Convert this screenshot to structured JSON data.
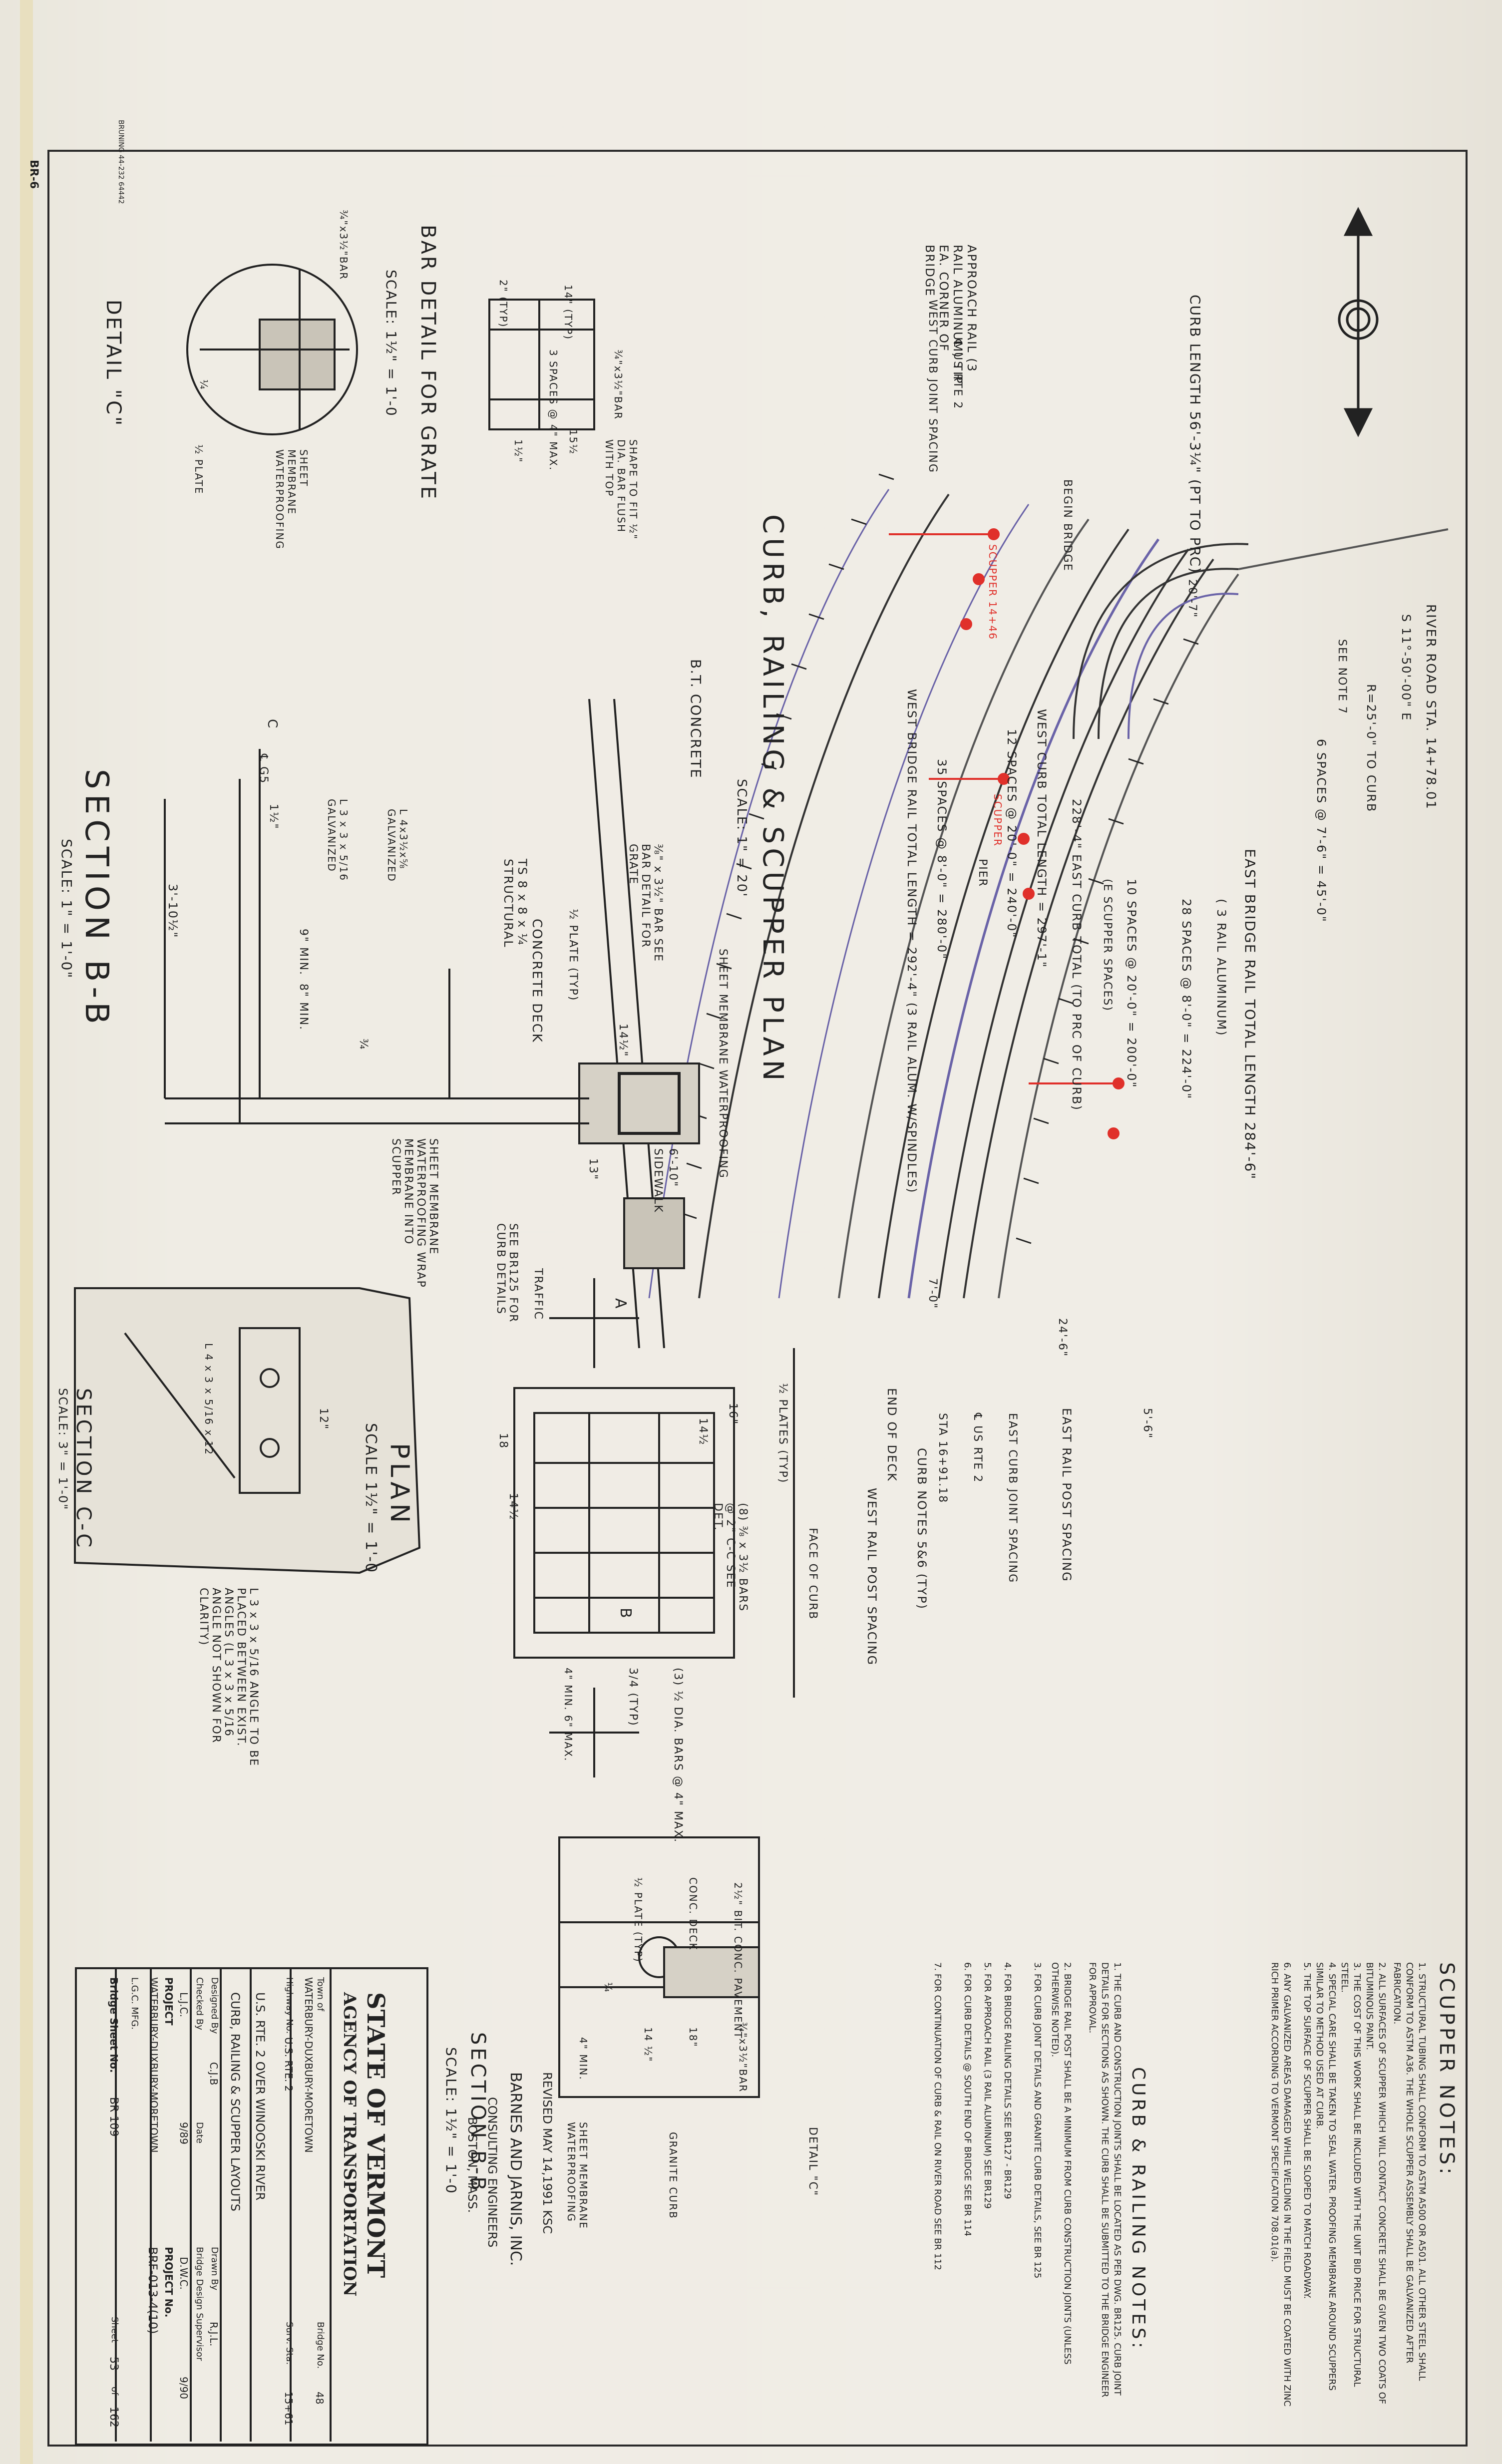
{
  "header": {
    "bruning": "BRUNING 44-232 64442",
    "sheet_tag": "BR-6"
  },
  "plan": {
    "title": "CURB, RAILING & SCUPPER PLAN",
    "scale": "SCALE: 1\" = 20'",
    "labels": {
      "curb_length": "CURB LENGTH 56'-3¼\" (PT TO PRC)",
      "river_road": "RIVER ROAD STA. 14+78.01",
      "s_angle": "S 11°-50'-00\" E",
      "see_note_7": "SEE NOTE 7",
      "r25": "R=25'-0\" TO CURB",
      "spaces_6": "6 SPACES @ 7'-6\" = 45'-0\"",
      "r20_7": "20'-7\"",
      "east_rail_total": "EAST BRIDGE RAIL TOTAL LENGTH 284'-6\"",
      "east_rail_alum": "( 3 RAIL ALUMINUM)",
      "spaces_28": "28 SPACES @ 8'-0\" = 224'-0\"",
      "spaces_10": "10 SPACES @ 20'-0\" = 200'-0\"",
      "spaces_10b": "(E SCUPPER SPACES)",
      "east_curb_total": "228'-4\" EAST CURB TOTAL (TO PRC OF CURB)",
      "west_curb_total": "WEST CURB TOTAL LENGTH = 297'-1\"",
      "spaces_12": "12 SPACES @ 20'-0\" = 240'-0\"",
      "spaces_35": "35 SPACES @ 8'-0\" = 280'-0\"",
      "west_rail_total": "WEST BRIDGE RAIL TOTAL LENGTH = 292'-4\" (3 RAIL ALUM. W/SPINDLES)",
      "approach_rail": "APPROACH RAIL (3 RAIL ALUMINUM) TIP EA. CORNER OF BRIDGE",
      "us_rte2_left": "℄ US RTE 2",
      "west_curb_joint": "WEST CURB JOINT SPACING",
      "begin_bridge": "BEGIN BRIDGE",
      "end_of_deck": "END OF DECK",
      "curb_notes": "CURB NOTES 5&6 (TYP)",
      "west_rail_post": "WEST RAIL POST SPACING",
      "east_rail_post": "EAST RAIL POST SPACING",
      "east_curb_joint": "EAST CURB JOINT SPACING",
      "us_rte2_right": "℄ US RTE 2",
      "sta": "STA 16+91.18",
      "dim_7_0": "7'-0\"",
      "dim_24_6": "24'-6\"",
      "dim_5_6": "5'-6\"",
      "scupper_red": "SCUPPER",
      "scupper_red_2": "SCUPPER 14+46",
      "pier": "PIER"
    }
  },
  "grate_detail": {
    "title": "BAR DETAIL FOR GRATE",
    "scale": "SCALE: 1½\" = 1'-0",
    "labels": [
      "¾\"x3½\"BAR",
      "3 SPACES @ 4\" MAX.",
      "15½",
      "SHAPE TO FIT ½\" DIA. BAR FLUSH WITH TOP",
      "14\" (TYP)",
      "2\" (TYP)",
      "1½\""
    ]
  },
  "detail_c": {
    "title": "DETAIL \"C\"",
    "labels": [
      "¾\"x3½\"BAR",
      "SHEET MEMBRANE WATERPROOFING",
      "½ PLATE",
      "¼"
    ]
  },
  "section_bb_left": {
    "title": "SECTION B-B",
    "scale": "SCALE: 1\" = 1'-0\"",
    "labels": [
      "B.T. CONCRETE",
      "⅜\" x 3½\" BAR SEE BAR DETAIL FOR GRATE",
      "½ PLATE (TYP)",
      "SHEET MEMBRANE WATERPROOFING",
      "6'-10\"",
      "SIDEWALK",
      "14½\"",
      "CONCRETE DECK",
      "TS 8 x 8 x ¼ STRUCTURAL",
      "L 4x3½x⅝ GALVANIZED",
      "L 3 x 3 x 5/16 GALVANIZED",
      "SEE BR125 FOR CURB DETAILS",
      "SHEET MEMBRANE WATERPROOFING WRAP MEMBRANE INTO SCUPPER",
      "3'-10½\"",
      "9\" MIN.",
      "8\" MIN.",
      "℄ G5",
      "C",
      "13\"",
      "1½\"",
      "¾"
    ]
  },
  "plan_grate": {
    "title": "PLAN",
    "scale": "SCALE 1½\" = 1'-0",
    "labels": [
      "TRAFFIC",
      "A",
      "B",
      "FACE OF CURB",
      "½ PLATES (TYP)",
      "(8) ⅜ x 3½ BARS @ 2\" C-C SEE DET.",
      "16\"",
      "14½",
      "18",
      "14½",
      "(3) ½ DIA. BARS @ 4\" MAX.",
      "3/4 (TYP)",
      "4\" MIN. 6\" MAX."
    ]
  },
  "section_cc": {
    "title": "SECTION C-C",
    "scale": "SCALE: 3\" = 1'-0\"",
    "labels": [
      "L 4 x 3 x 5/16 x 12",
      "12\"",
      "L 3 x 3 x 5/16 ANGLE TO BE PLACED BETWEEN EXIST. ANGLES (L 3 x 3 x 5/16 ANGLE NOT SHOWN FOR CLARITY)"
    ]
  },
  "section_bb_right": {
    "title": "SECTION B-B",
    "scale": "SCALE: 1½\" = 1'-0",
    "labels": [
      "2½\" BIT. CONC. PAVEMENT",
      "CONC. DECK",
      "½ PLATE (TYP)",
      "18\"",
      "14 ½\"",
      "¾\"x3½\"BAR",
      "GRANITE CURB",
      "4\" MIN.",
      "DETAIL \"C\"",
      "SHEET MEMBRANE WATERPROOFING",
      "¼"
    ]
  },
  "scupper_notes": {
    "title": "SCUPPER NOTES:",
    "items": [
      "1. STRUCTURAL TUBING SHALL CONFORM TO ASTM A500 OR A501. ALL OTHER STEEL SHALL CONFORM TO ASTM A36. THE WHOLE SCUPPER ASSEMBLY SHALL BE GALVANIZED AFTER FABRICATION.",
      "2. ALL SURFACES OF SCUPPER WHICH WILL CONTACT CONCRETE SHALL BE GIVEN TWO COATS OF BITUMINOUS PAINT.",
      "3. THE COST OF THIS WORK SHALL BE INCLUDED WITH THE UNIT BID PRICE FOR STRUCTURAL STEEL.",
      "4. SPECIAL CARE SHALL BE TAKEN TO SEAL WATER. PROOFING MEMBRANE AROUND SCUPPERS SIMILAR TO METHOD USED AT CURB.",
      "5. THE TOP SURFACE OF SCUPPER SHALL BE SLOPED TO MATCH ROADWAY.",
      "6. ANY GALVANIZED AREAS DAMAGED WHILE WELDING IN THE FIELD MUST BE COATED WITH ZINC RICH PRIMER ACCORDING TO VERMONT SPECIFICATION 708.01(a)."
    ]
  },
  "curb_notes": {
    "title": "CURB & RAILING NOTES:",
    "items": [
      "1. THE CURB AND CONSTRUCTION JOINTS SHALL BE LOCATED AS PER DWG. BR125. CURB JOINT DETAILS FOR SECTIONS AS SHOWN. THE CURB SHALL BE SUBMITTED TO THE BRIDGE ENGINEER FOR APPROVAL.",
      "2. BRIDGE RAIL POST SHALL BE A MINIMUM FROM CURB CONSTRUCTION JOINTS (UNLESS OTHERWISE NOTED).",
      "3. FOR CURB JOINT DETAILS AND GRANITE CURB DETAILS, SEE BR 125",
      "4. FOR BRIDGE RAILING DETAILS SEE BR127 - BR129",
      "5. FOR APPROACH RAIL (3 RAIL ALUMINUM) SEE BR129",
      "6. FOR CURB DETAILS @ SOUTH END OF BRIDGE SEE BR 114",
      "7. FOR CONTINUATION OF CURB & RAIL ON RIVER ROAD SEE BR 112"
    ]
  },
  "revision": "REVISED MAY 14,1991 KSC",
  "consultant": {
    "name": "BARNES AND JARNIS, INC.",
    "line2": "CONSULTING ENGINEERS",
    "line3": "BOSTON, MASS."
  },
  "title_block": {
    "state": "STATE OF VERMONT",
    "agency": "AGENCY OF TRANSPORTATION",
    "town_label": "Town of",
    "town": "WATERBURY-DUXBURY-MORETOWN",
    "highway_label": "Highway No.",
    "highway": "U.S. RTE. 2",
    "bridge_label": "Bridge No.",
    "bridge": "48",
    "survey_label": "Surv. Sta.",
    "survey": "15+61",
    "line1": "U.S. RTE. 2 OVER WINOOSKI RIVER",
    "line2": "CURB, RAILING & SCUPPER LAYOUTS",
    "designed_label": "Designed By",
    "designed": "C.J.B",
    "drawn_label": "Drawn By",
    "drawn": "R.J.L.",
    "checked_label": "Checked By",
    "checked": "L.J.C.",
    "date_label": "Date",
    "date": "9/89",
    "supervisor_label": "Bridge Design Supervisor",
    "supervisor": "D.W.C.",
    "date2": "9/90",
    "project_label": "PROJECT",
    "project_name": "WATERBURY-DUXBURY-MORETOWN",
    "project_no_label": "PROJECT No.",
    "project_no": "BRF-013-4(10)",
    "lgc": "L.G.C. MFG.",
    "sheet_label": "Bridge Sheet No.",
    "sheet_no": "BR 109",
    "sheet_count_label": "Sheet",
    "sheet_count": "53",
    "of_label": "of",
    "of_total": "162"
  },
  "colors": {
    "paper": "#efece4",
    "ink": "#222222",
    "red_markup": "#e0302a",
    "purple_pencil": "#6a63a8"
  }
}
